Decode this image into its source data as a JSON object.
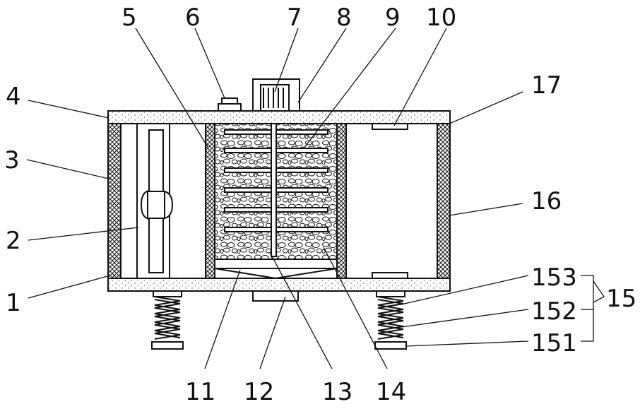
{
  "diagram": {
    "labels": {
      "n1": "1",
      "n2": "2",
      "n3": "3",
      "n4": "4",
      "n5": "5",
      "n6": "6",
      "n7": "7",
      "n8": "8",
      "n9": "9",
      "n10": "10",
      "n11": "11",
      "n12": "12",
      "n13": "13",
      "n14": "14",
      "n15": "15",
      "n16": "16",
      "n17": "17",
      "n151": "151",
      "n152": "152",
      "n153": "153"
    },
    "colors": {
      "line": "#111111",
      "background": "#ffffff",
      "fill": "#ffffff"
    }
  }
}
